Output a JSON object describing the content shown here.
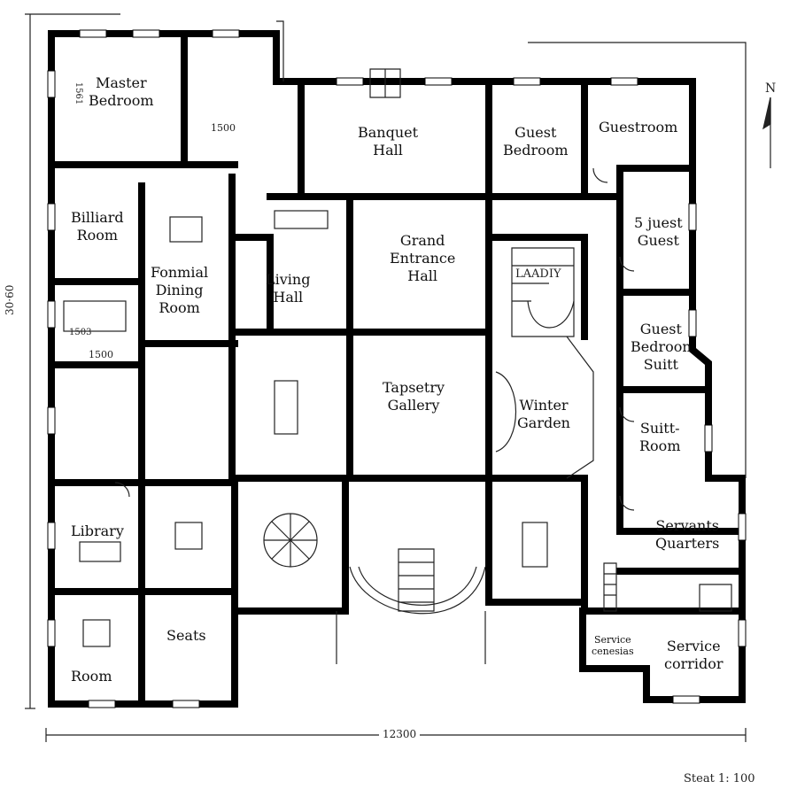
{
  "rooms": {
    "master_bedroom": "Master\nBedroom",
    "banquet_hall": "Banquet\nHall",
    "guest_bedroom": "Guest\nBedroom",
    "guestroom": "Guestroom",
    "billiard_room": "Billiard\nRoom",
    "formal_dining": "Fonmial\nDining\nRoom",
    "living_hall": "Living\nHall",
    "grand_entrance": "Grand\nEntrance\nHall",
    "guest_5": "5 juest\nGuest",
    "guest_bedroom_suite": "Guest\nBedroon\nSuitt",
    "tapestry_gallery": "Tapsetry\nGallery",
    "winter_garden": "Winter\nGarden",
    "suite_room": "Suitt-\nRoom",
    "library": "Library",
    "servants_quarters": "Servants\nQuarters",
    "seats": "Seats",
    "room": "Room",
    "service_cenesias": "Service\ncenesias",
    "service_corridor": "Service\ncorridor"
  },
  "annotations": {
    "stair_label": "LAADIY",
    "dim_1500_a": "1500",
    "dim_1500_b": "1500",
    "dim_1503": "1503",
    "dim_1561": "1561"
  },
  "dimensions": {
    "width": "12300",
    "height": "30·60"
  },
  "compass": "N",
  "scale": "Steat 1: 100"
}
